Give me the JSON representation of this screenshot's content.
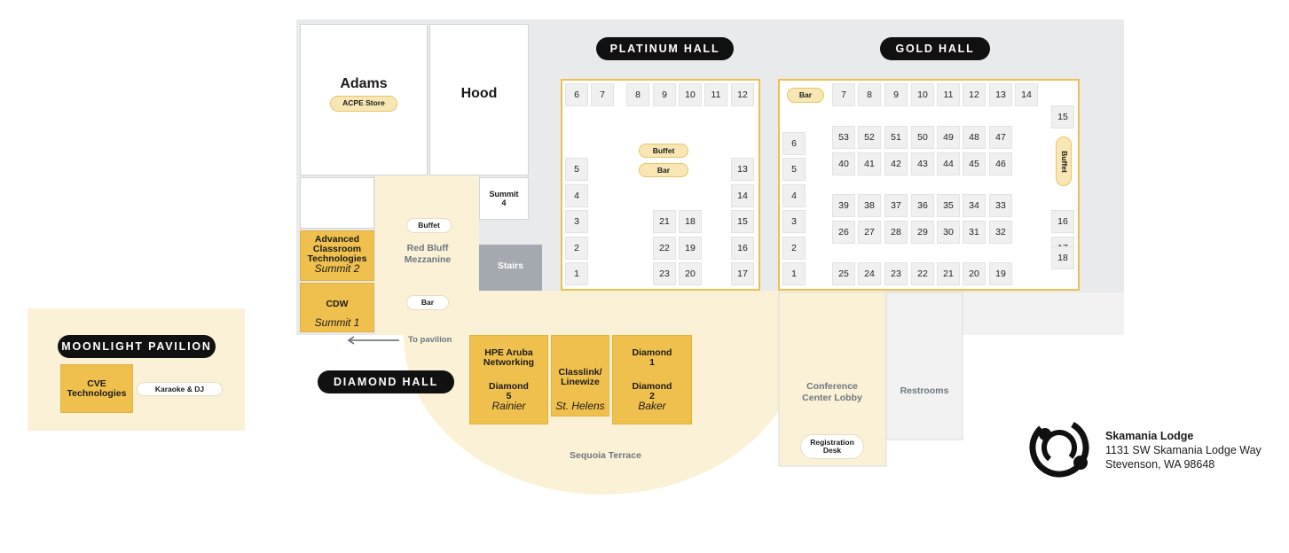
{
  "rooms": {
    "adams": "Adams",
    "acpe_store": "ACPE Store",
    "hood": "Hood",
    "summit4": "Summit\n4",
    "red_bluff": "Red Bluff\nMezzanine",
    "stairs": "Stairs",
    "buffet": "Buffet",
    "bar": "Bar",
    "to_pavilion": "To pavilion",
    "lobby": "Conference\nCenter Lobby",
    "registration": "Registration\nDesk",
    "restrooms": "Restrooms",
    "sequoia": "Sequoia Terrace"
  },
  "exhibitors": {
    "act": "Advanced\nClassroom\nTechnologies",
    "act_room": "Summit 2",
    "cdw": "CDW",
    "cdw_room": "Summit 1",
    "hpe": "HPE Aruba\nNetworking",
    "hpe_sub": "Diamond\n5",
    "hpe_room": "Rainier",
    "classlink": "Classlink/\nLinewize",
    "classlink_room": "St. Helens",
    "diamond1": "Diamond\n1",
    "diamond2": "Diamond\n2",
    "diamond_room": "Baker",
    "cve": "CVE\nTechnologies"
  },
  "halls": {
    "platinum": "PLATINUM HALL",
    "gold": "GOLD HALL",
    "diamond": "DIAMOND HALL",
    "moonlight": "MOONLIGHT PAVILION",
    "karaoke": "Karaoke & DJ"
  },
  "platinum_booths": [
    {
      "n": "6",
      "c": 0,
      "r": 0
    },
    {
      "n": "7",
      "c": 1,
      "r": 0
    },
    {
      "n": "8",
      "c": 2,
      "r": 0
    },
    {
      "n": "9",
      "c": 3,
      "r": 0
    },
    {
      "n": "10",
      "c": 4,
      "r": 0
    },
    {
      "n": "11",
      "c": 5,
      "r": 0
    },
    {
      "n": "12",
      "c": 6,
      "r": 0
    },
    {
      "n": "5",
      "c": 0,
      "r": 1
    },
    {
      "n": "4",
      "c": 0,
      "r": 2
    },
    {
      "n": "3",
      "c": 0,
      "r": 3
    },
    {
      "n": "2",
      "c": 0,
      "r": 4
    },
    {
      "n": "1",
      "c": 0,
      "r": 5
    },
    {
      "n": "13",
      "c": 6,
      "r": 1
    },
    {
      "n": "14",
      "c": 6,
      "r": 2
    },
    {
      "n": "15",
      "c": 6,
      "r": 3
    },
    {
      "n": "16",
      "c": 6,
      "r": 4
    },
    {
      "n": "17",
      "c": 6,
      "r": 5
    },
    {
      "n": "21",
      "c": 3,
      "r": 3
    },
    {
      "n": "18",
      "c": 4,
      "r": 3
    },
    {
      "n": "22",
      "c": 3,
      "r": 4
    },
    {
      "n": "19",
      "c": 4,
      "r": 4
    },
    {
      "n": "23",
      "c": 3,
      "r": 5
    },
    {
      "n": "20",
      "c": 4,
      "r": 5
    }
  ],
  "gold_booths": [
    {
      "n": "7",
      "col": 0,
      "row": 0
    },
    {
      "n": "8",
      "col": 1,
      "row": 0
    },
    {
      "n": "9",
      "col": 2,
      "row": 0
    },
    {
      "n": "10",
      "col": 3,
      "row": 0
    },
    {
      "n": "11",
      "col": 4,
      "row": 0
    },
    {
      "n": "12",
      "col": 5,
      "row": 0
    },
    {
      "n": "13",
      "col": 6,
      "row": 0
    },
    {
      "n": "14",
      "col": 7,
      "row": 0
    },
    {
      "n": "15",
      "col": "r",
      "row": 1
    },
    {
      "n": "16",
      "col": "r",
      "row": 5
    },
    {
      "n": "17",
      "col": "r",
      "row": 6
    },
    {
      "n": "18",
      "col": "r",
      "row": 7
    },
    {
      "n": "6",
      "col": "l",
      "row": 2
    },
    {
      "n": "5",
      "col": "l",
      "row": 3
    },
    {
      "n": "4",
      "col": "l",
      "row": 4
    },
    {
      "n": "3",
      "col": "l",
      "row": 5
    },
    {
      "n": "2",
      "col": "l",
      "row": 6
    },
    {
      "n": "1",
      "col": "l",
      "row": 8
    },
    {
      "n": "53",
      "col": 0,
      "row": "a"
    },
    {
      "n": "52",
      "col": 1,
      "row": "a"
    },
    {
      "n": "51",
      "col": 2,
      "row": "a"
    },
    {
      "n": "50",
      "col": 3,
      "row": "a"
    },
    {
      "n": "49",
      "col": 4,
      "row": "a"
    },
    {
      "n": "48",
      "col": 5,
      "row": "a"
    },
    {
      "n": "47",
      "col": 6,
      "row": "a"
    },
    {
      "n": "40",
      "col": 0,
      "row": "b"
    },
    {
      "n": "41",
      "col": 1,
      "row": "b"
    },
    {
      "n": "42",
      "col": 2,
      "row": "b"
    },
    {
      "n": "43",
      "col": 3,
      "row": "b"
    },
    {
      "n": "44",
      "col": 4,
      "row": "b"
    },
    {
      "n": "45",
      "col": 5,
      "row": "b"
    },
    {
      "n": "46",
      "col": 6,
      "row": "b"
    },
    {
      "n": "39",
      "col": 0,
      "row": "c"
    },
    {
      "n": "38",
      "col": 1,
      "row": "c"
    },
    {
      "n": "37",
      "col": 2,
      "row": "c"
    },
    {
      "n": "36",
      "col": 3,
      "row": "c"
    },
    {
      "n": "35",
      "col": 4,
      "row": "c"
    },
    {
      "n": "34",
      "col": 5,
      "row": "c"
    },
    {
      "n": "33",
      "col": 6,
      "row": "c"
    },
    {
      "n": "26",
      "col": 0,
      "row": "d"
    },
    {
      "n": "27",
      "col": 1,
      "row": "d"
    },
    {
      "n": "28",
      "col": 2,
      "row": "d"
    },
    {
      "n": "29",
      "col": 3,
      "row": "d"
    },
    {
      "n": "30",
      "col": 4,
      "row": "d"
    },
    {
      "n": "31",
      "col": 5,
      "row": "d"
    },
    {
      "n": "32",
      "col": 6,
      "row": "d"
    },
    {
      "n": "25",
      "col": 0,
      "row": "e"
    },
    {
      "n": "24",
      "col": 1,
      "row": "e"
    },
    {
      "n": "23",
      "col": 2,
      "row": "e"
    },
    {
      "n": "22",
      "col": 3,
      "row": "e"
    },
    {
      "n": "21",
      "col": 4,
      "row": "e"
    },
    {
      "n": "20",
      "col": 5,
      "row": "e"
    },
    {
      "n": "19",
      "col": 6,
      "row": "e"
    }
  ],
  "logo": {
    "name": "Skamania Lodge",
    "address1": "1131 SW Skamania Lodge Way",
    "address2": "Stevenson, WA 98648"
  },
  "colors": {
    "gold": "#efc04d",
    "cream": "#fbf1d6",
    "gray_bg": "#e9eaeb",
    "stairs": "#a3a9ae"
  }
}
